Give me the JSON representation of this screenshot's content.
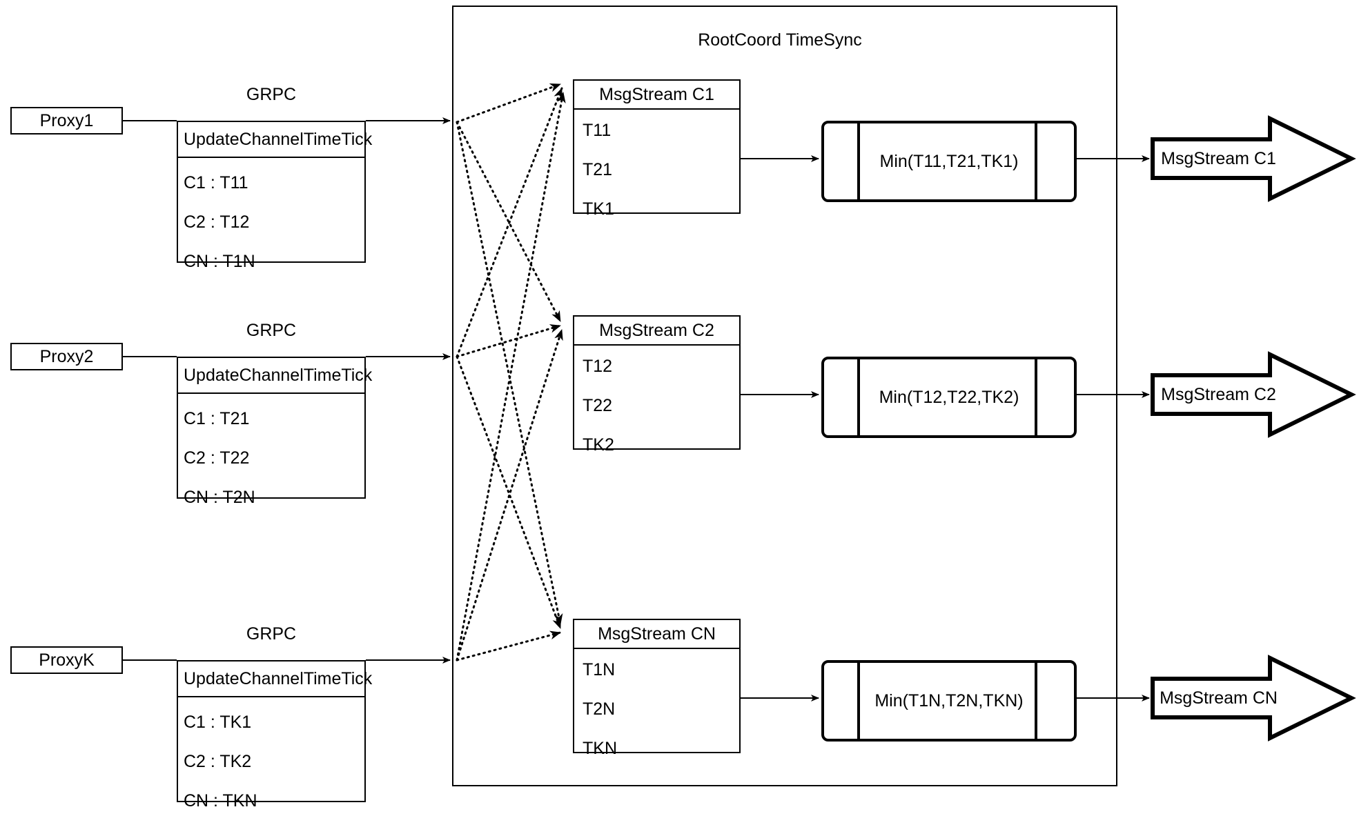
{
  "diagram": {
    "title": "RootCoord TimeSync",
    "container_label": "RootCoord TimeSync",
    "protocol_label": "GRPC",
    "request_header": "UpdateChannelTimeTick",
    "rows": [
      {
        "proxy": "Proxy1",
        "grpc": "GRPC",
        "request_header": "UpdateChannelTimeTick",
        "request_entries": [
          "C1 :  T11",
          "C2 :  T12",
          "CN : T1N"
        ],
        "msgstream_title": "MsgStream C1",
        "msgstream_entries": [
          "T11",
          "T21",
          "TK1"
        ],
        "process_label": "Min(T11,T21,TK1)",
        "output_label": "MsgStream C1"
      },
      {
        "proxy": "Proxy2",
        "grpc": "GRPC",
        "request_header": "UpdateChannelTimeTick",
        "request_entries": [
          "C1 :  T21",
          "C2 :  T22",
          "CN : T2N"
        ],
        "msgstream_title": "MsgStream C2",
        "msgstream_entries": [
          "T12",
          "T22",
          "TK2"
        ],
        "process_label": "Min(T12,T22,TK2)",
        "output_label": "MsgStream C2"
      },
      {
        "proxy": "ProxyK",
        "grpc": "GRPC",
        "request_header": "UpdateChannelTimeTick",
        "request_entries": [
          "C1 :  TK1",
          "C2 :  TK2",
          "CN : TKN"
        ],
        "msgstream_title": "MsgStream CN",
        "msgstream_entries": [
          "T1N",
          "T2N",
          "TKN"
        ],
        "process_label": "Min(T1N,T2N,TKN)",
        "output_label": "MsgStream CN"
      }
    ],
    "colors": {
      "stroke": "#000000",
      "background": "#ffffff"
    }
  }
}
